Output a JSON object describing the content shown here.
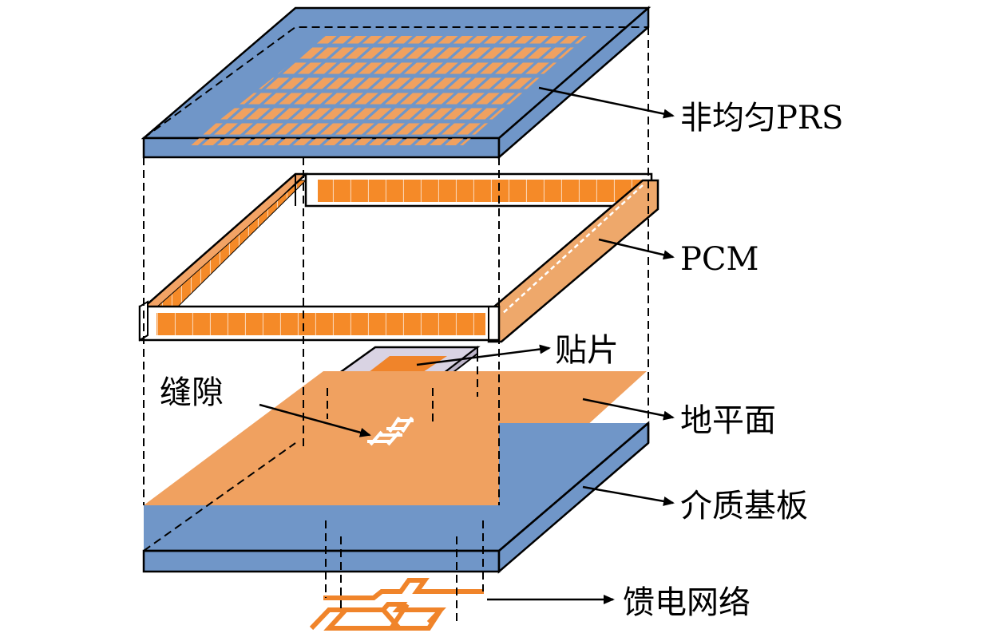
{
  "labels": {
    "prs": "非均匀PRS",
    "pcm": "PCM",
    "patch": "贴片",
    "slot": "缝隙",
    "ground": "地平面",
    "substrate": "介质基板",
    "feed": "馈电网络"
  },
  "colors": {
    "substrate_blue": "#7096c8",
    "copper_orange": "#f0a160",
    "pcm_orange": "#f58a28",
    "patch_gray": "#d9d3e3",
    "outline": "#000000"
  }
}
